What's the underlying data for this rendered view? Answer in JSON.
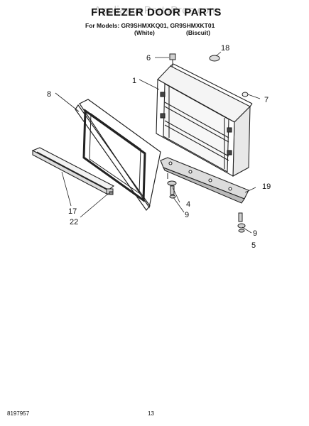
{
  "watermark": "AppliancePartsPros.com",
  "title": "FREEZER DOOR PARTS",
  "models_line": "For Models: GR9SHMXKQ01, GR9SHMXKT01",
  "variants": [
    "(White)",
    "(Biscuit)"
  ],
  "callouts": [
    "1",
    "5",
    "6",
    "7",
    "8",
    "9",
    "9",
    "4",
    "17",
    "18",
    "19",
    "22"
  ],
  "footer": {
    "doc_number": "8197957",
    "page_number": "13"
  }
}
